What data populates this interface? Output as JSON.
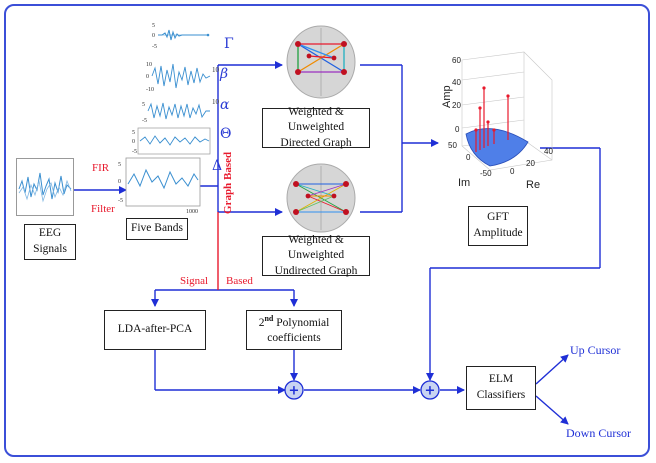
{
  "boxes": {
    "eeg_signals": "EEG\nSignals",
    "five_bands": "Five Bands",
    "directed_graph": "Weighted & Unweighted\nDirected Graph",
    "undirected_graph": "Weighted & Unweighted\nUndirected Graph",
    "gft_amplitude": "GFT\nAmplitude",
    "lda_after_pca": "LDA-after-PCA",
    "polynomial_pre": "2",
    "polynomial_sup": "nd",
    "polynomial_post": " Polynomial\ncoefficients",
    "elm_classifiers": "ELM\nClassifiers"
  },
  "labels": {
    "fir": "FIR",
    "filter": "Filter",
    "graph": "Graph",
    "based_vertical": "Based",
    "signal": "Signal",
    "based": "Based",
    "up_cursor": "Up Cursor",
    "down_cursor": "Down Cursor"
  },
  "bands": [
    "Γ",
    "β",
    "α",
    "Θ",
    "Δ"
  ],
  "band_ticks": {
    "gamma_a": "5",
    "gamma_b": "0",
    "gamma_c": "-5",
    "beta_a": "10",
    "beta_b": "0",
    "beta_c": "-10",
    "alpha_a": "5",
    "alpha_b": "-5",
    "theta_a": "5",
    "theta_b": "0",
    "theta_c": "-5",
    "delta_a": "5",
    "delta_b": "0",
    "delta_c": "-5",
    "delta_end": "1000",
    "stack_right_1": "10",
    "stack_right_2": "10"
  },
  "gft_plot": {
    "z_axis_label": "Amp",
    "x_axis_label": "Re",
    "y_axis_label": "Im",
    "z_ticks": [
      "60",
      "40",
      "20",
      "0"
    ],
    "re_ticks": [
      "0",
      "20",
      "40"
    ],
    "im_ticks": [
      "50",
      "0",
      "-50"
    ]
  },
  "sum_symbol": "+",
  "colors": {
    "arrow": "#1f2fd6",
    "red_line": "#e8192c",
    "frame": "#3b4fd8",
    "signal": "#3a8fd0",
    "surface": "#4f7fe8"
  }
}
